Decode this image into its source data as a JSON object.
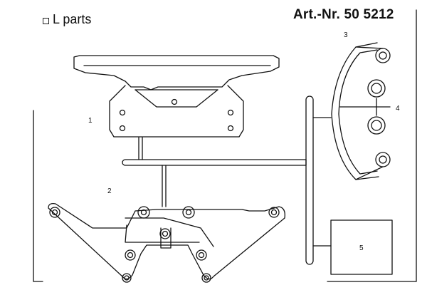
{
  "header": {
    "parts_label": "L parts",
    "article_number": "Art.-Nr. 50 5212"
  },
  "part_numbers": [
    "1",
    "2",
    "3",
    "4",
    "5"
  ],
  "colors": {
    "stroke": "#111111",
    "background": "#ffffff"
  }
}
